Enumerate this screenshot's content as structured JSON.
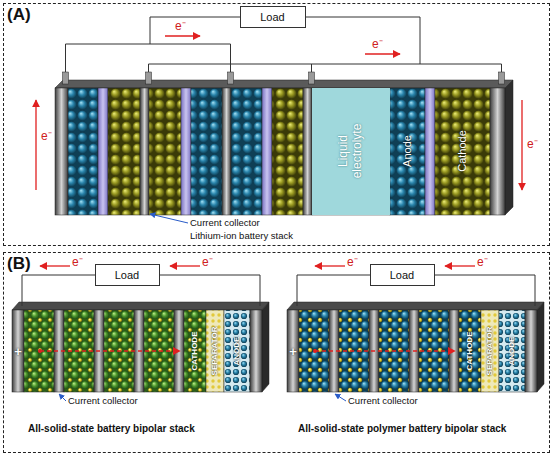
{
  "diagram": {
    "nodes": [
      {
        "text": [
          "(A)"
        ]
      },
      {
        "text": [
          "Load"
        ],
        "in": 0
      },
      {
        "text": [
          "Liquid electrolyte"
        ],
        "in": 0
      },
      {
        "text": [
          "(B)"
        ]
      },
      {
        "text": [
          "Load"
        ],
        "in": 3
      },
      {
        "text": [
          "Load"
        ],
        "in": 3
      }
    ],
    "labels": [
      "e⁻",
      "e⁻",
      "e⁻",
      "e⁻",
      "Anode",
      "Cathode",
      "Current collector",
      "Lithium-ion battery stack",
      "e⁻",
      "e⁻",
      "+",
      "CATHODE",
      "SEPARATOR",
      "ANODE",
      "Current collector",
      "All-solid-state battery bipolar stack",
      "e⁻",
      "e⁻",
      "+",
      "CATHODE",
      "SEPARATOR",
      "ANODE",
      "Current collector",
      "All-solid-state polymer battery bipolar stack"
    ]
  }
}
